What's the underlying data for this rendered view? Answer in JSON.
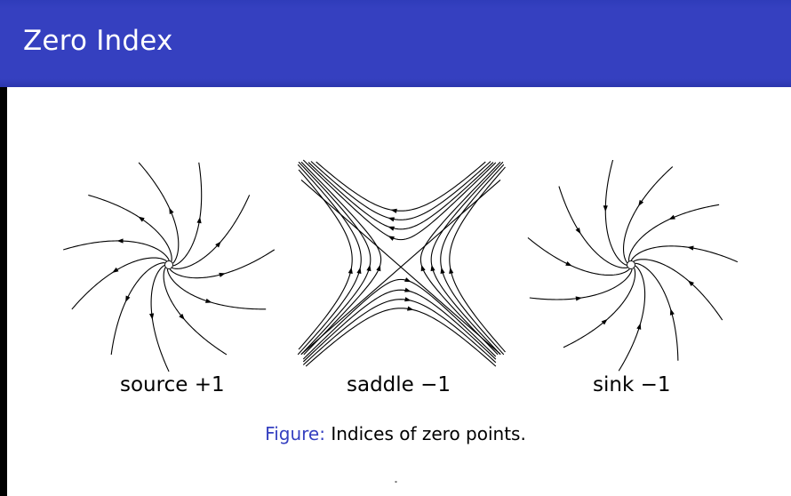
{
  "slide": {
    "title": "Zero Index"
  },
  "diagrams": [
    {
      "name": "source",
      "label": "source +1",
      "type": "source",
      "index": 1
    },
    {
      "name": "saddle",
      "label": "saddle −1",
      "type": "saddle",
      "index": -1
    },
    {
      "name": "sink",
      "label": "sink −1",
      "type": "sink",
      "index": -1
    }
  ],
  "caption": {
    "prefix": "Figure:",
    "text": "Indices of zero points."
  },
  "footer": {
    "mark": "˟"
  },
  "colors": {
    "header": "#3540c0",
    "caption_prefix": "#3540c0",
    "curves": "#000000"
  }
}
